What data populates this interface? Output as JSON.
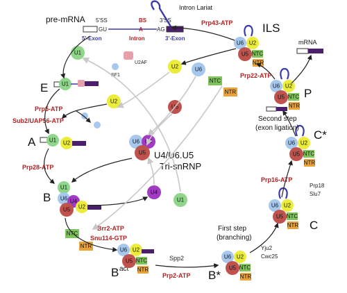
{
  "labels": {
    "pre_mrna": "pre-mRNA",
    "ss5": "5'SS",
    "bs": "BS",
    "ss3": "3'SS",
    "gu": "GU",
    "a": "A",
    "ag": "AG",
    "exon5": "5'-Exon",
    "intron": "Intron",
    "exon3": "3'-Exon",
    "sf1": "SF1",
    "u2af": "U2AF",
    "intron_lariat": "Intron Lariat",
    "ils": "ILS",
    "mrna": "mRNA",
    "tri_snrnp_1": "U4/U6.U5",
    "tri_snrnp_2": "Tri-snRNP",
    "second_step_1": "Second step",
    "second_step_2": "(exon ligation)",
    "first_step_1": "First step",
    "first_step_2": "(branching)",
    "prp18": "Prp18",
    "slu7": "Slu7",
    "yju2": "Yju2",
    "cwc25": "Cwc25",
    "spp2": "Spp2"
  },
  "stages": {
    "E": "E",
    "A": "A",
    "B": "B",
    "Bact_main": "B",
    "Bact_sup": "act",
    "Bstar": "B*",
    "C": "C",
    "Cstar": "C*",
    "P": "P"
  },
  "enzymes": {
    "prp5": "Prp5-ATP",
    "sub2": "Sub2/UAP56-ATP",
    "prp28": "Prp28-ATP",
    "brr2": "Brr2-ATP",
    "snu114": "Snu114-GTP",
    "prp2": "Prp2-ATP",
    "prp16": "Prp16-ATP",
    "prp22": "Prp22-ATP",
    "prp43": "Prp43-ATP"
  },
  "particles": {
    "U1": "U1",
    "U2": "U2",
    "U4": "U4",
    "U5": "U5",
    "U6": "U6",
    "NTC": "NTC",
    "NTR": "NTR"
  },
  "colors": {
    "U1": "#8fd68a",
    "U2": "#ecec3a",
    "U4": "#a23bc4",
    "U5": "#c0524e",
    "U6": "#a7c8ec",
    "NTC": "#7fc45a",
    "NTR": "#e8a33a",
    "enzyme_text": "#b22222",
    "exon5": "#ffffff",
    "exon3": "#4b1f6b",
    "intron_line": "#3a3aa8"
  }
}
